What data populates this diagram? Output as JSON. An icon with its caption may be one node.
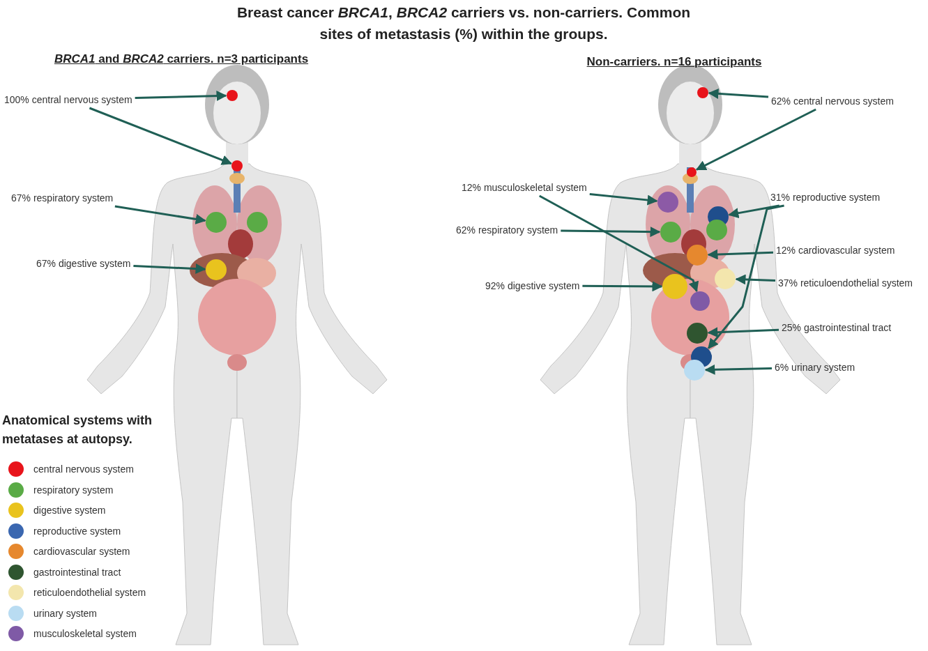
{
  "diagram": {
    "title": "Breast cancer *BRCA1*, *BRCA2* carriers vs. non-carriers. Common sites of metastasis (%) within the groups.",
    "nodes": [
      {
        "text": [
          "100% central nervous system"
        ]
      },
      {
        "text": [],
        "shape": "circle"
      },
      {
        "text": [],
        "shape": "circle"
      },
      {
        "text": [
          "67% respiratory system"
        ]
      },
      {
        "text": [],
        "shape": "circle"
      },
      {
        "text": [],
        "shape": "circle"
      },
      {
        "text": [
          "67% digestive system"
        ]
      },
      {
        "text": [],
        "shape": "circle"
      },
      {
        "text": [
          "62% central nervous system"
        ]
      },
      {
        "text": [],
        "shape": "circle"
      },
      {
        "text": [],
        "shape": "circle"
      },
      {
        "text": [
          "12% musculoskeletal system"
        ]
      },
      {
        "text": [],
        "shape": "circle"
      },
      {
        "text": [
          "31% reproductive system"
        ]
      },
      {
        "text": [],
        "shape": "circle"
      },
      {
        "text": [
          "62% respiratory system"
        ]
      },
      {
        "text": [],
        "shape": "circle"
      },
      {
        "text": [],
        "shape": "circle"
      },
      {
        "text": [
          "12% cardiovascular system"
        ]
      },
      {
        "text": [],
        "shape": "circle"
      },
      {
        "text": [
          "37% reticuloendothelial system"
        ]
      },
      {
        "text": [],
        "shape": "circle"
      },
      {
        "text": [
          "92% digestive system"
        ]
      },
      {
        "text": [],
        "shape": "circle"
      },
      {
        "text": [],
        "shape": "circle"
      },
      {
        "text": [
          "25% gastrointestinal tract"
        ]
      },
      {
        "text": [],
        "shape": "circle"
      },
      {
        "text": [],
        "shape": "circle"
      },
      {
        "text": [
          "6% urinary system"
        ]
      },
      {
        "text": [],
        "shape": "circle"
      }
    ],
    "edges": [
      {
        "from": 0,
        "to": 1,
        "arrow": "to"
      },
      {
        "from": 0,
        "to": 2,
        "arrow": "to"
      },
      {
        "from": 3,
        "to": 4,
        "arrow": "to"
      },
      {
        "from": 6,
        "to": 7,
        "arrow": "to"
      },
      {
        "from": 8,
        "to": 9,
        "arrow": "to"
      },
      {
        "from": 8,
        "to": 10,
        "arrow": "to"
      },
      {
        "from": 11,
        "to": 12,
        "arrow": "to"
      },
      {
        "from": 11,
        "to": 24,
        "arrow": "to"
      },
      {
        "from": 13,
        "to": 14,
        "arrow": "to"
      },
      {
        "from": 13,
        "to": 27,
        "arrow": "to"
      },
      {
        "from": 15,
        "to": 16,
        "arrow": "to"
      },
      {
        "from": 18,
        "to": 19,
        "arrow": "to"
      },
      {
        "from": 20,
        "to": 21,
        "arrow": "to"
      },
      {
        "from": 22,
        "to": 23,
        "arrow": "to"
      },
      {
        "from": 25,
        "to": 26,
        "arrow": "to"
      },
      {
        "from": 28,
        "to": 29,
        "arrow": "to"
      }
    ],
    "labels": [
      "*BRCA1* and *BRCA2* carriers. n=3 participants",
      "Non-carriers. n=16 participants",
      "Anatomical systems with metatases at autopsy."
    ],
    "legend": [
      {
        "text": "central nervous system",
        "color": "#e8141b"
      },
      {
        "text": "respiratory system",
        "color": "#5aab46"
      },
      {
        "text": "digestive system",
        "color": "#e9c31e"
      },
      {
        "text": "reproductive system",
        "color": "#3b67b0"
      },
      {
        "text": "cardiovascular system",
        "color": "#e6882e"
      },
      {
        "text": "gastrointestinal tract",
        "color": "#2f5530"
      },
      {
        "text": "reticuloendothelial system",
        "color": "#f3e6ad"
      },
      {
        "text": "urinary system",
        "color": "#b9dcf2"
      },
      {
        "text": "musculoskeletal system",
        "color": "#7f5aa6"
      }
    ]
  }
}
